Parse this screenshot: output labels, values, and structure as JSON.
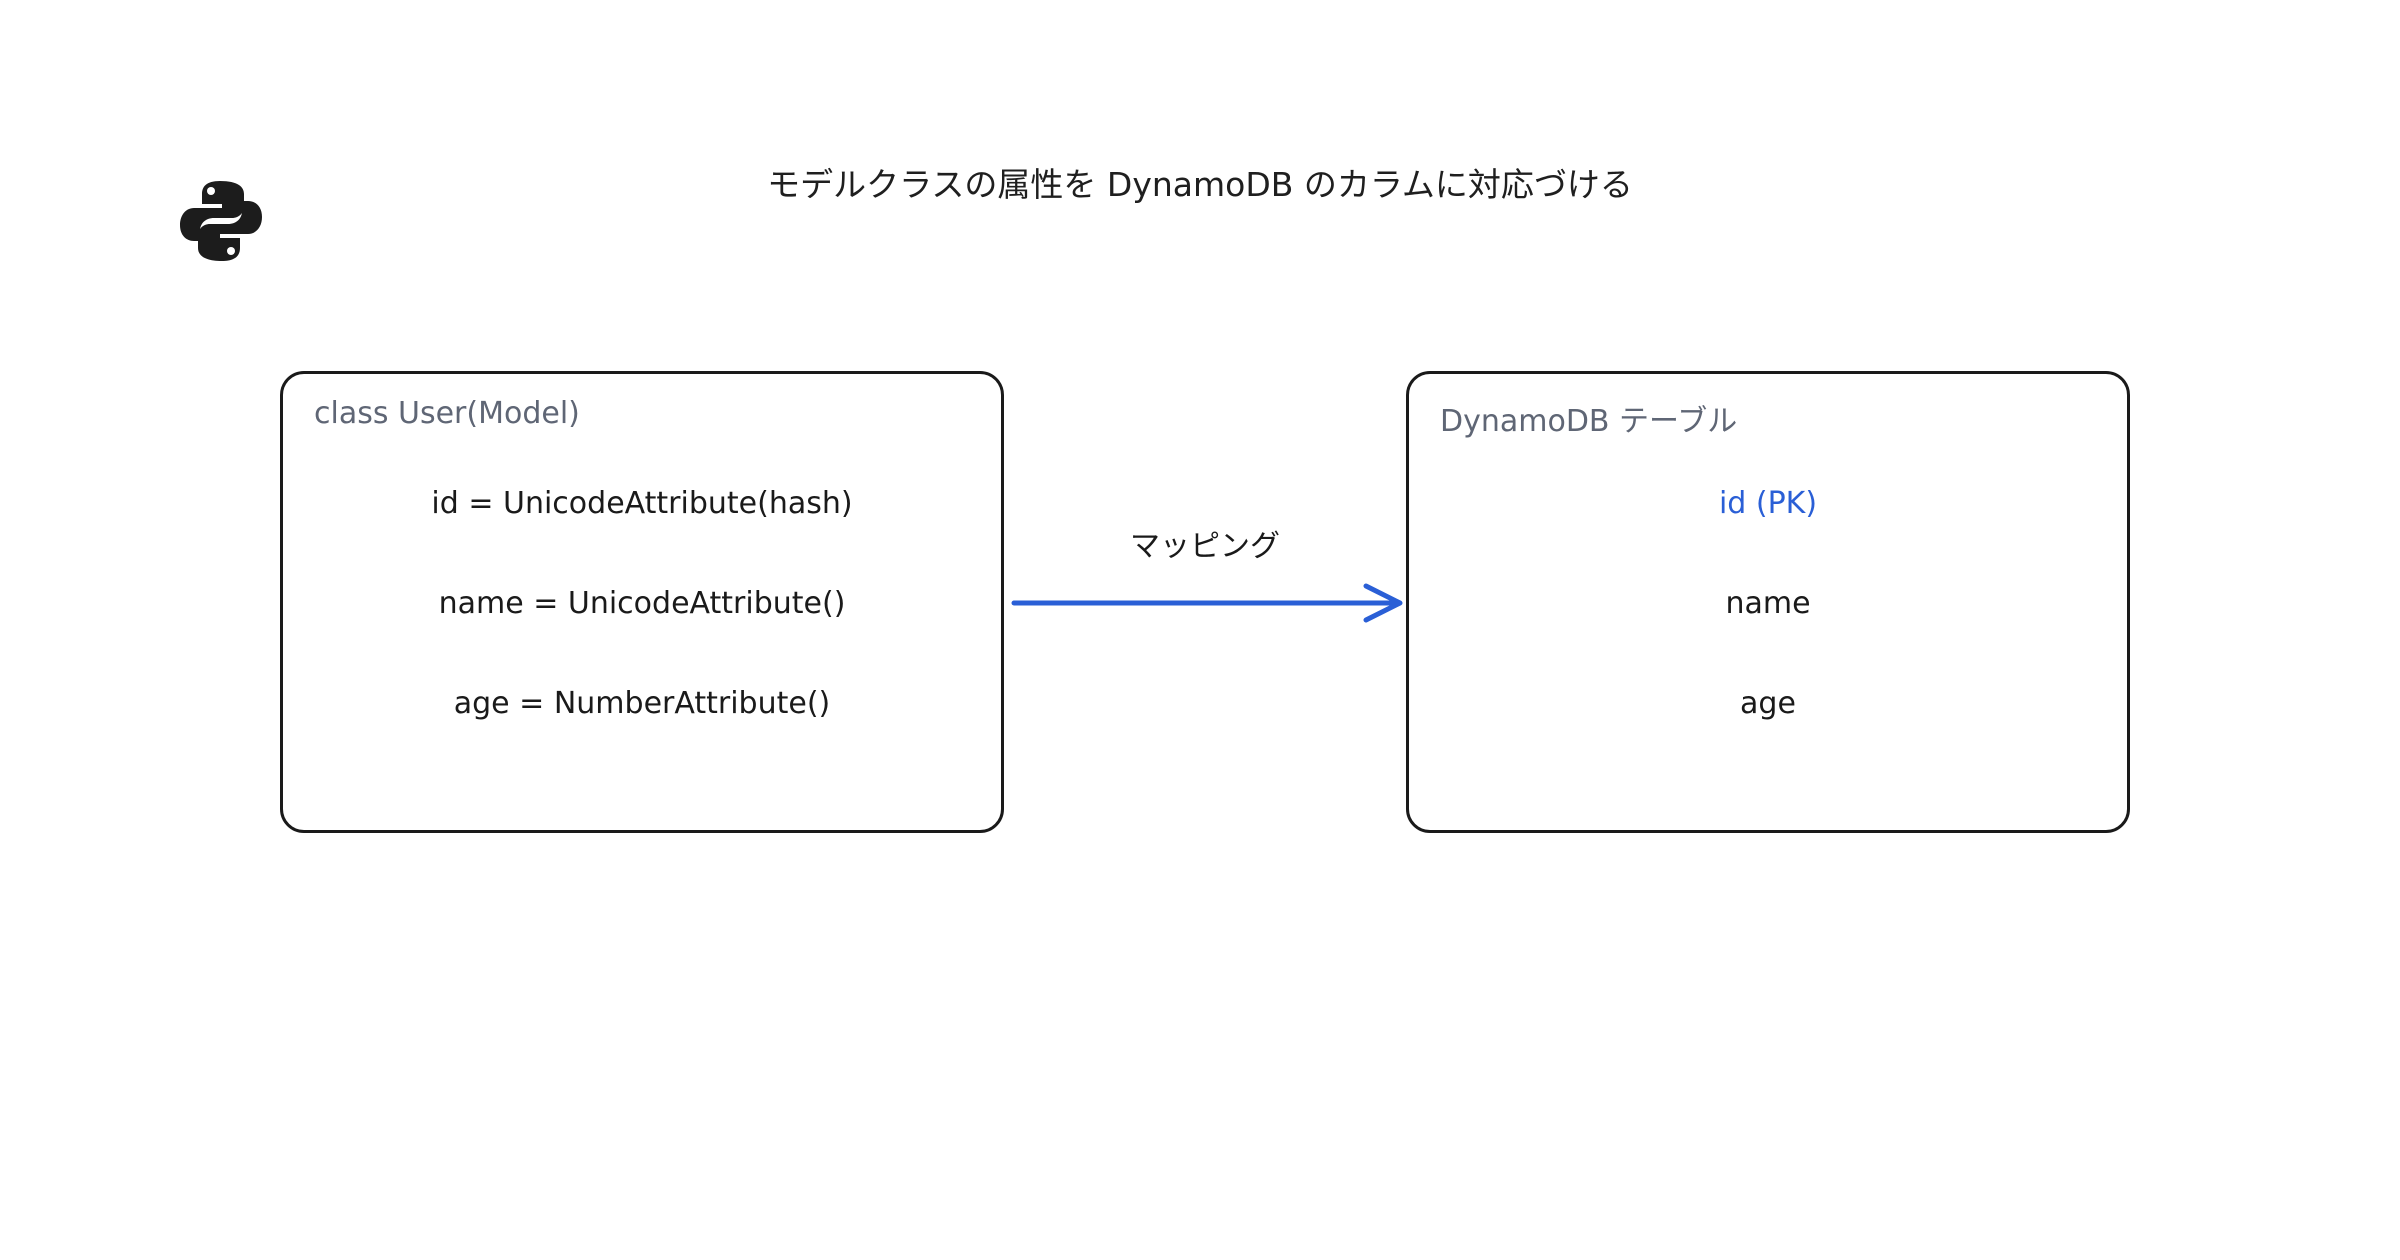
{
  "title": "モデルクラスの属性を DynamoDB のカラムに対応づける",
  "logo": {
    "icon": "python-logo-icon"
  },
  "model_box": {
    "title": "class User(Model)",
    "rows": [
      "id = UnicodeAttribute(hash)",
      "name = UnicodeAttribute()",
      "age = NumberAttribute()"
    ]
  },
  "table_box": {
    "title": "DynamoDB テーブル",
    "rows": [
      "id (PK)",
      "name",
      "age"
    ]
  },
  "mapping": {
    "label": "マッピング"
  },
  "colors": {
    "accent": "#2a5fd6",
    "text": "#1a1a1a",
    "muted": "#5f6675"
  }
}
